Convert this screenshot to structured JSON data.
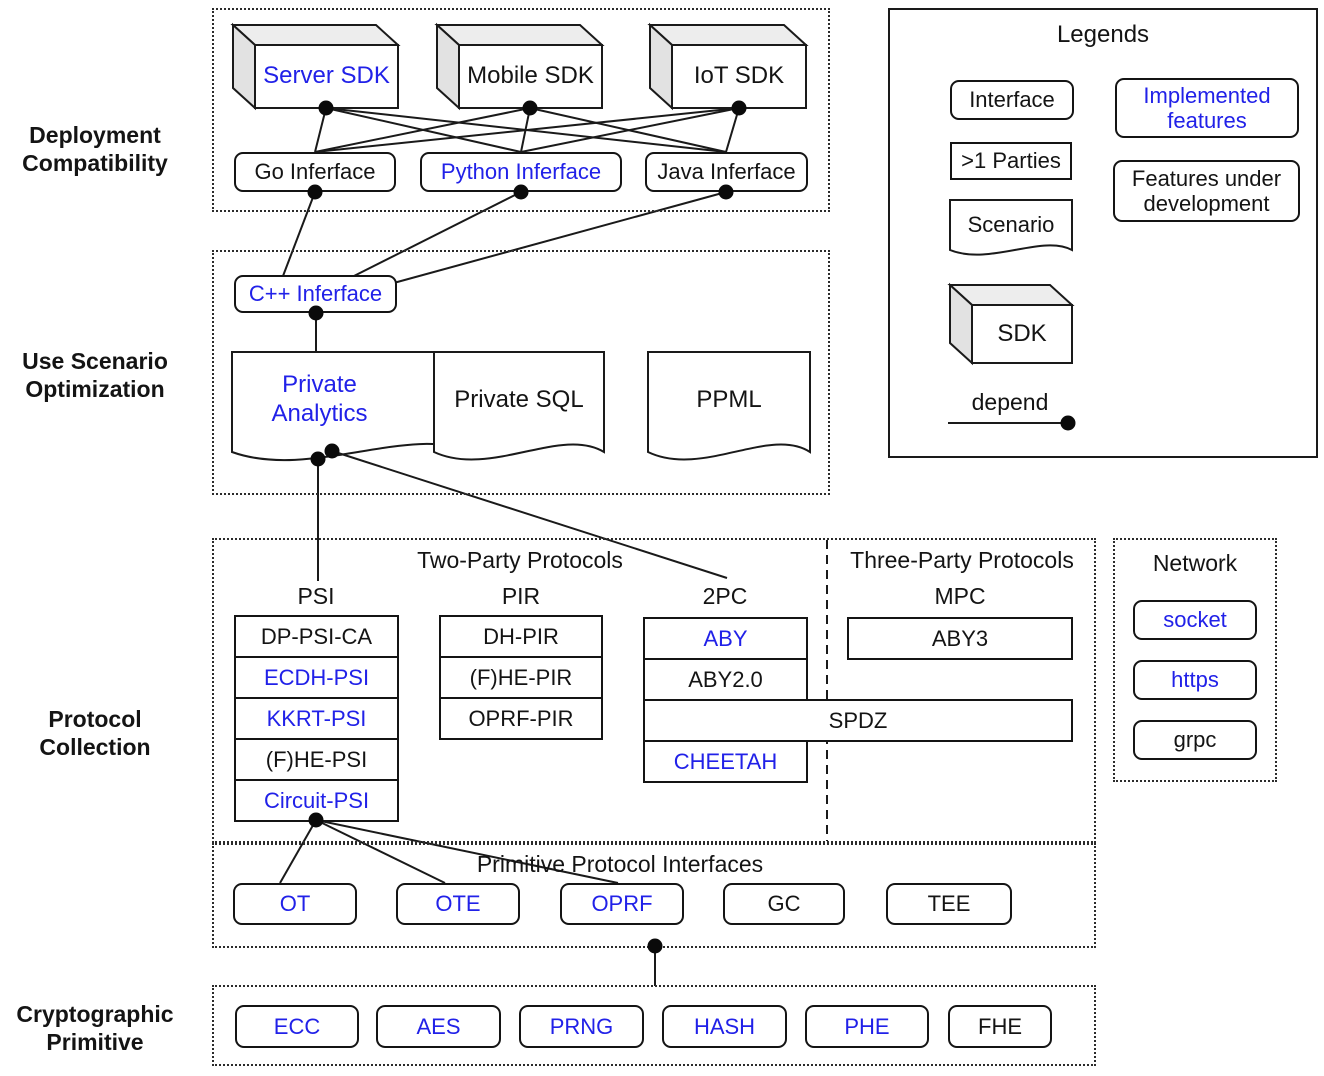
{
  "colors": {
    "implemented": "#2121e8",
    "development": "#141414"
  },
  "side_labels": {
    "deployment": "Deployment Compatibility",
    "scenario": "Use Scenario Optimization",
    "protocol": "Protocol Collection",
    "crypto": "Cryptographic Primitive"
  },
  "deployment": {
    "sdks": [
      {
        "label": "Server SDK",
        "implemented": true
      },
      {
        "label": "Mobile SDK",
        "implemented": false
      },
      {
        "label": "IoT SDK",
        "implemented": false
      }
    ],
    "interfaces": [
      {
        "label": "Go Inferface",
        "implemented": false
      },
      {
        "label": "Python Inferface",
        "implemented": true
      },
      {
        "label": "Java Inferface",
        "implemented": false
      }
    ]
  },
  "scenario": {
    "cpp_interface": {
      "label": "C++ Inferface",
      "implemented": true
    },
    "scenarios": [
      {
        "label": "Private Analytics",
        "implemented": true
      },
      {
        "label": "Private SQL",
        "implemented": false
      },
      {
        "label": "PPML",
        "implemented": false
      }
    ]
  },
  "protocols": {
    "two_party_title": "Two-Party Protocols",
    "three_party_title": "Three-Party Protocols",
    "psi": {
      "name": "PSI",
      "items": [
        {
          "label": "DP-PSI-CA",
          "implemented": false
        },
        {
          "label": "ECDH-PSI",
          "implemented": true
        },
        {
          "label": "KKRT-PSI",
          "implemented": true
        },
        {
          "label": "(F)HE-PSI",
          "implemented": false
        },
        {
          "label": "Circuit-PSI",
          "implemented": true
        }
      ]
    },
    "pir": {
      "name": "PIR",
      "items": [
        {
          "label": "DH-PIR",
          "implemented": false
        },
        {
          "label": "(F)HE-PIR",
          "implemented": false
        },
        {
          "label": "OPRF-PIR",
          "implemented": false
        }
      ]
    },
    "tpc": {
      "name": "2PC",
      "items": [
        {
          "label": "ABY",
          "implemented": true
        },
        {
          "label": "ABY2.0",
          "implemented": false
        }
      ]
    },
    "spdz": {
      "label": "SPDZ",
      "implemented": false
    },
    "cheetah": {
      "label": "CHEETAH",
      "implemented": true
    },
    "mpc": {
      "name": "MPC",
      "items": [
        {
          "label": "ABY3",
          "implemented": false
        }
      ]
    }
  },
  "network": {
    "title": "Network",
    "items": [
      {
        "label": "socket",
        "implemented": true
      },
      {
        "label": "https",
        "implemented": true
      },
      {
        "label": "grpc",
        "implemented": false
      }
    ]
  },
  "primitive_interfaces": {
    "title": "Primitive Protocol Interfaces",
    "items": [
      {
        "label": "OT",
        "implemented": true
      },
      {
        "label": "OTE",
        "implemented": true
      },
      {
        "label": "OPRF",
        "implemented": true
      },
      {
        "label": "GC",
        "implemented": false
      },
      {
        "label": "TEE",
        "implemented": false
      }
    ]
  },
  "crypto": {
    "items": [
      {
        "label": "ECC",
        "implemented": true
      },
      {
        "label": "AES",
        "implemented": true
      },
      {
        "label": "PRNG",
        "implemented": true
      },
      {
        "label": "HASH",
        "implemented": true
      },
      {
        "label": "PHE",
        "implemented": true
      },
      {
        "label": "FHE",
        "implemented": false
      }
    ]
  },
  "legend": {
    "title": "Legends",
    "interface": "Interface",
    "parties": ">1 Parties",
    "scenario": "Scenario",
    "sdk": "SDK",
    "depend": "depend",
    "implemented": {
      "label": "Implemented features",
      "implemented": true
    },
    "development": {
      "label": "Features under development",
      "implemented": false
    }
  }
}
